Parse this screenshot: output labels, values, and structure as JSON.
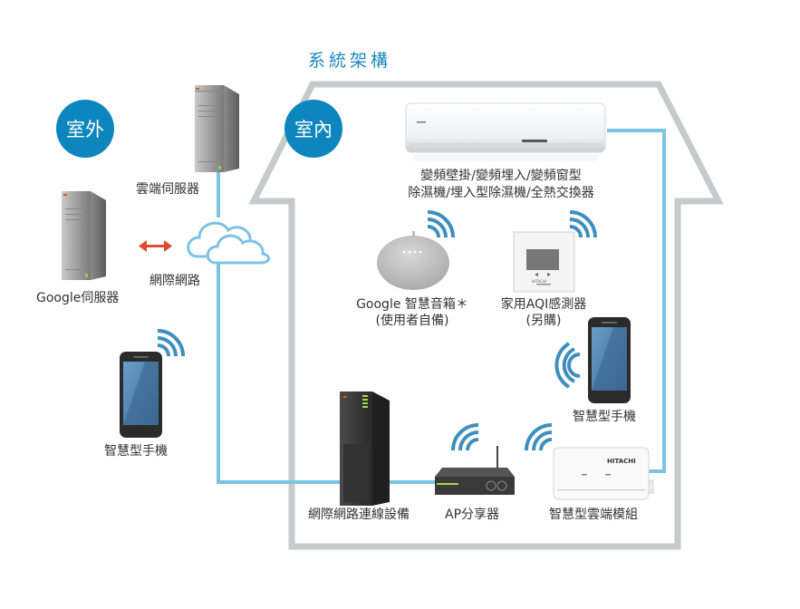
{
  "title": "系統架構",
  "zones": {
    "outdoor": "室外",
    "indoor": "室內"
  },
  "devices": {
    "cloud_server": "雲端伺服器",
    "google_server": "Google伺服器",
    "internet": "網際網路",
    "phone_outdoor": "智慧型手機",
    "ac_line1": "變頻壁掛/變頻埋入/變頻窗型",
    "ac_line2": "除濕機/埋入型除濕機/全熱交換器",
    "google_speaker_line1": "Google 智慧音箱＊",
    "google_speaker_line2": "(使用者自備)",
    "aqi_sensor_line1": "家用AQI感測器",
    "aqi_sensor_line2": "(另購)",
    "phone_indoor": "智慧型手機",
    "network_device": "網際網路連線設備",
    "ap_router": "AP分享器",
    "cloud_module": "智慧型雲端模組"
  },
  "brand_labels": {
    "module_brand": "HITACHI",
    "sensor_brand": "HITACHI"
  },
  "colors": {
    "accent_blue": "#0d86bd",
    "link_line": "#7cc3e6",
    "house_outline": "#c8c9cb",
    "wifi": "#3f8fbe",
    "arrow": "#e04a33"
  }
}
